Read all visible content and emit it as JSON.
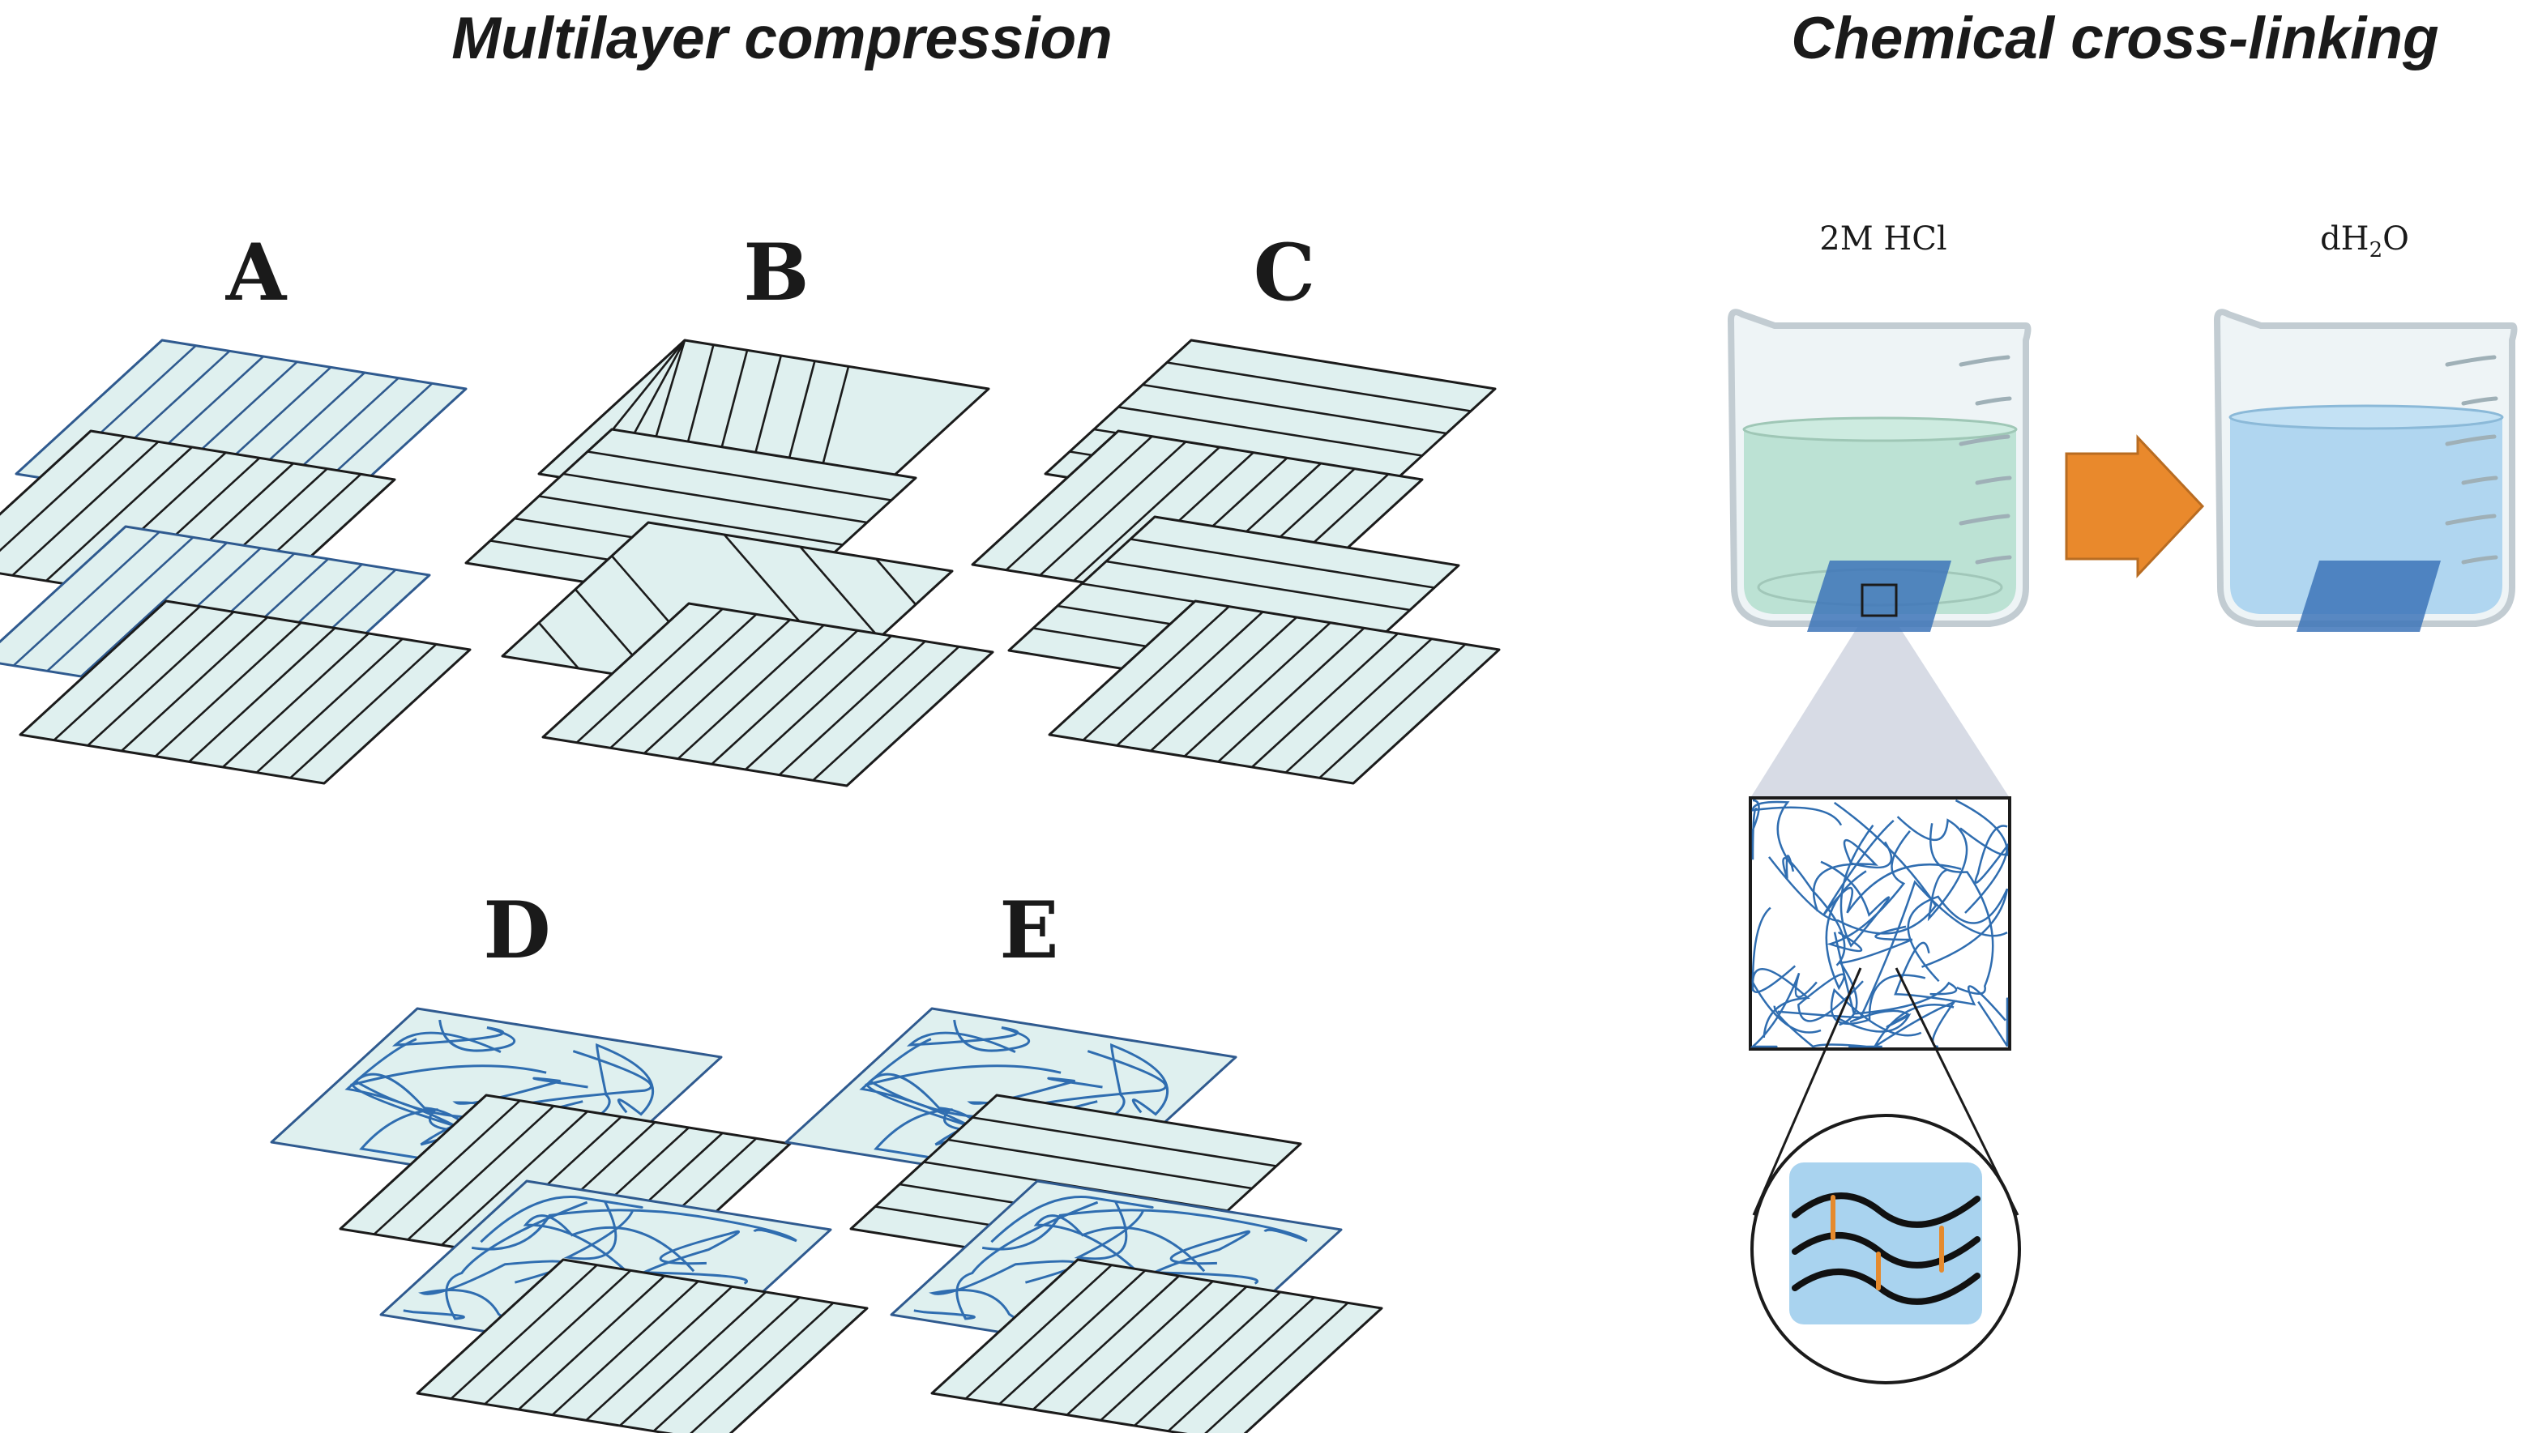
{
  "headings": {
    "left": "Multilayer compression",
    "right": "Chemical cross-linking"
  },
  "panels": {
    "a": {
      "label": "A",
      "layers": [
        "vertical-fibers",
        "vertical-fibers-blue",
        "vertical-fibers",
        "vertical-fibers-blue"
      ]
    },
    "b": {
      "label": "B",
      "layers": [
        "vertical-fibers",
        "diagonal-fibers",
        "horizontal-fibers",
        "diagonal-fibers-reverse"
      ]
    },
    "c": {
      "label": "C",
      "layers": [
        "vertical-fibers",
        "horizontal-fibers",
        "vertical-fibers",
        "horizontal-fibers"
      ]
    },
    "d": {
      "label": "D",
      "layers": [
        "vertical-fibers",
        "random-mesh",
        "vertical-fibers",
        "random-mesh"
      ]
    },
    "e": {
      "label": "E",
      "layers": [
        "vertical-fibers",
        "random-mesh",
        "horizontal-fibers",
        "random-mesh"
      ]
    }
  },
  "beakers": {
    "acid": {
      "label_main": "2M HCl",
      "liquid_color": "#b6e0d0"
    },
    "water": {
      "label_prefix": "dH",
      "label_sub": "2",
      "label_suffix": "O",
      "liquid_color": "#a9d3ef"
    }
  },
  "colors": {
    "layer_fill": "#dff0ef",
    "fiber_dark": "#1b1b1b",
    "fiber_blue": "#2f5a8f",
    "mesh_blue": "#2f6db0",
    "sample_blue": "#3d74b8",
    "arrow_orange": "#e9892c",
    "crosslink_orange": "#e58a2e"
  }
}
